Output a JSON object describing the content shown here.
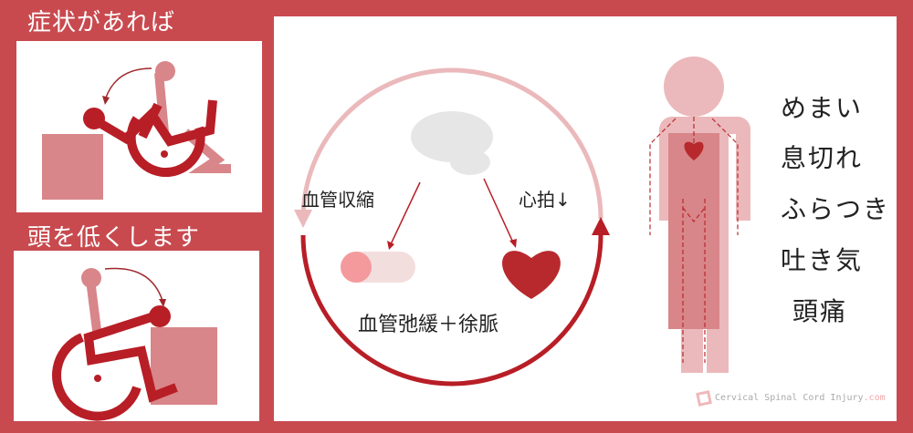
{
  "left": {
    "top_label": "症状があれば",
    "bottom_label": "頭を低くします"
  },
  "cycle": {
    "left_label": "血管収縮",
    "right_label": "心拍↓",
    "bottom_label": "血管弛緩＋徐脈"
  },
  "symptoms": [
    "めまい",
    "息切れ",
    "ふらつき",
    "吐き気",
    "頭痛"
  ],
  "watermark": {
    "name": "Cervical Spinal Cord Injury",
    "suffix": ".com"
  },
  "colors": {
    "background": "#c84a4f",
    "dark_red": "#b81e26",
    "pink": "#d8868a",
    "light_pink": "#ebb9bb"
  }
}
